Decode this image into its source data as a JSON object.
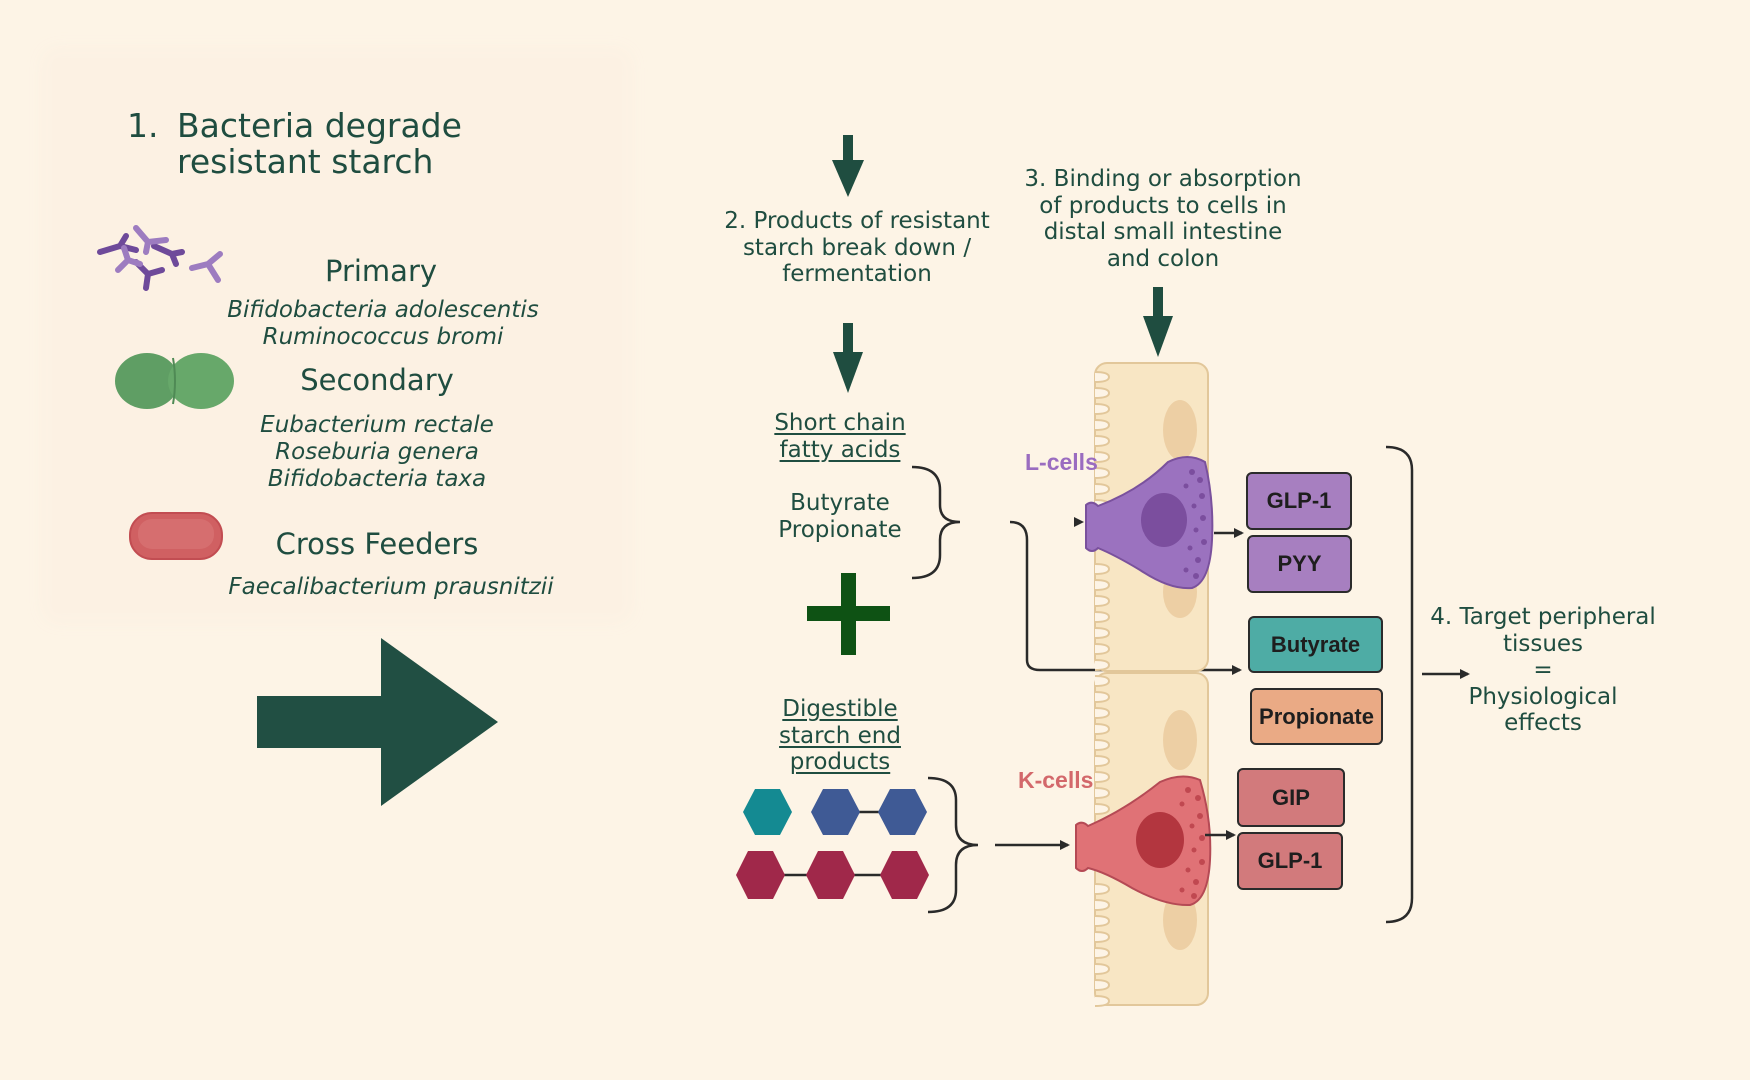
{
  "step1": {
    "number": "1.",
    "title_line1": "Bacteria degrade",
    "title_line2": "resistant starch",
    "groups": [
      {
        "label": "Primary",
        "icon": "branched-bacteria-icon",
        "species": [
          "Bifidobacteria adolescentis",
          "Ruminococcus bromi"
        ]
      },
      {
        "label": "Secondary",
        "icon": "diplococcus-icon",
        "species": [
          "Eubacterium rectale",
          "Roseburia genera",
          "Bifidobacteria taxa"
        ]
      },
      {
        "label": "Cross Feeders",
        "icon": "rod-bacterium-icon",
        "species": [
          "Faecalibacterium prausnitzii"
        ]
      }
    ]
  },
  "step2": {
    "lines": [
      "2. Products of resistant",
      "starch break down /",
      "fermentation"
    ]
  },
  "scfa": {
    "heading": [
      "Short chain",
      "fatty acids"
    ],
    "items": [
      "Butyrate",
      "Propionate"
    ]
  },
  "plus_symbol": "+",
  "digestible": {
    "heading": [
      "Digestible",
      "starch end",
      "products"
    ]
  },
  "step3": {
    "lines": [
      "3. Binding or absorption",
      "of products to cells in",
      "distal small intestine",
      "and colon"
    ]
  },
  "cells": {
    "l_cells": "L-cells",
    "k_cells": "K-cells"
  },
  "hormones": {
    "l_cell_outputs": [
      "GLP-1",
      "PYY"
    ],
    "absorbed": [
      "Butyrate",
      "Propionate"
    ],
    "k_cell_outputs": [
      "GIP",
      "GLP-1"
    ]
  },
  "step4": {
    "lines": [
      "4. Target peripheral",
      "tissues",
      "=",
      "Physiological",
      "effects"
    ]
  },
  "colors": {
    "text": "#1f4d40",
    "arrow_dark": "#1f4d40",
    "plus": "#0e5214",
    "l_cell": "#9b72bf",
    "l_cell_label": "#9a6cc0",
    "k_cell": "#e07276",
    "k_cell_label": "#d3686b",
    "epithelium": "#f8e6c4",
    "glp1_pyy_box": "#a77fc0",
    "butyrate_box": "#4eaca5",
    "propionate_box": "#eaaa85",
    "gip_glp1_box": "#d27a7c",
    "hex_teal": "#148a92",
    "hex_blue": "#3f5a95",
    "hex_crimson": "#a0284a"
  }
}
